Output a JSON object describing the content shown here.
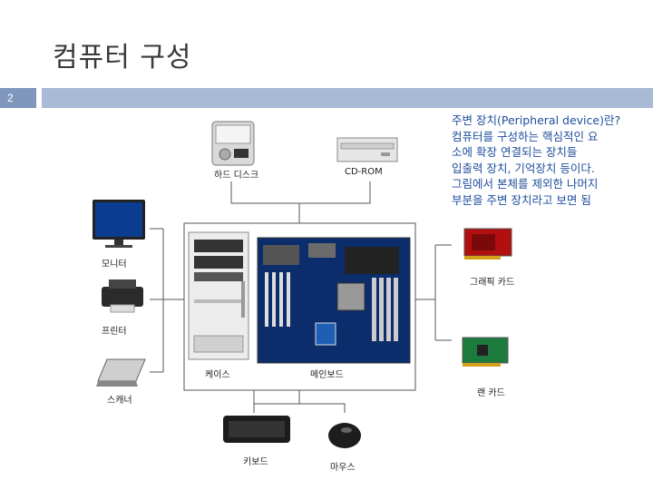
{
  "slide": {
    "title": "컴퓨터 구성",
    "page_number": "2"
  },
  "description": {
    "lines": [
      "주변 장치(Peripheral device)란?",
      "컴퓨터를 구성하는 핵심적인 요",
      "소에 확장 연결되는 장치들",
      "입출력 장치, 기억장치 등이다.",
      "그림에서 본체를 제외한 나머지",
      "부분을 주변 장치라고 보면 됨"
    ]
  },
  "diagram": {
    "labels": {
      "hdd": "하드 디스크",
      "cdrom": "CD-ROM",
      "monitor": "모니터",
      "printer": "프린터",
      "scanner": "스캐너",
      "case": "케이스",
      "mainboard": "메인보드",
      "graphics": "그래픽 카드",
      "lan": "랜 카드",
      "keyboard": "키보드",
      "mouse": "마우스"
    }
  }
}
